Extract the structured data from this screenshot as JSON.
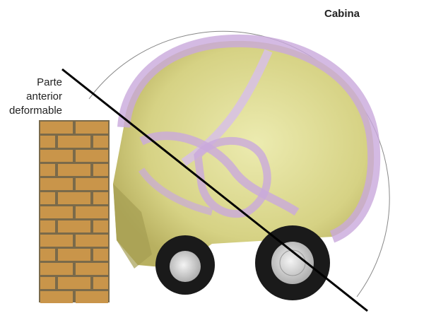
{
  "labels": {
    "cabin": "Cabina",
    "front_line1": "Parte",
    "front_line2": "anterior",
    "front_line3": "deformable"
  },
  "colors": {
    "skull": "#d8d58a",
    "cage": "#c9a9dc",
    "brick": "#c9954a",
    "tire": "#1a1a1a"
  }
}
